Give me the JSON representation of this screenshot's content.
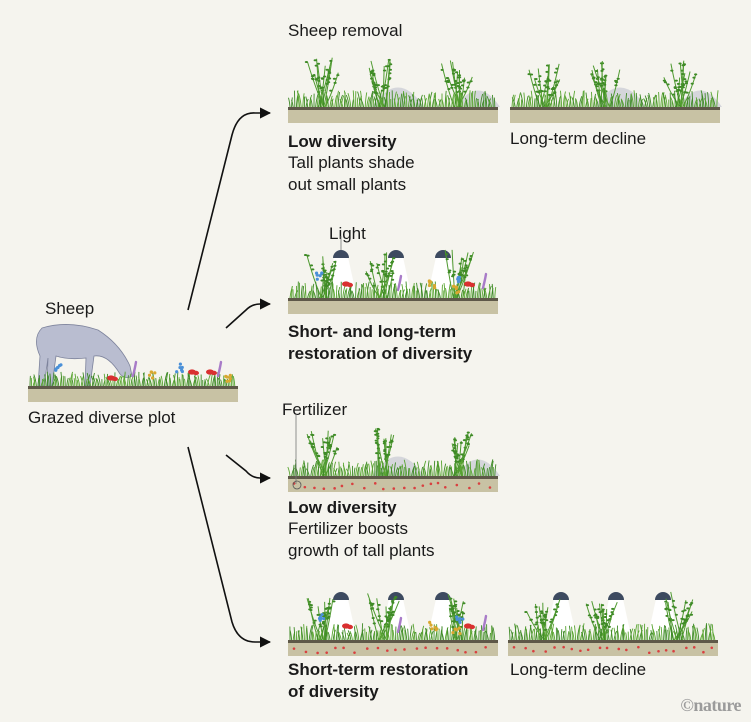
{
  "colors": {
    "background": "#f5f4ee",
    "soil": "#c8c2a4",
    "soil_top": "#5e5848",
    "grass": "#5aa532",
    "grass_dark": "#3e8a26",
    "tall_plant": "#4f9a30",
    "shade": "#d2d3d8",
    "sheep": "#b9bdd0",
    "sheep_outline": "#7d839c",
    "lamp": "#3d4a60",
    "light_beam": "#ffffff",
    "fertilizer": "#d94040",
    "flower_red": "#d93030",
    "flower_blue": "#4a90d8",
    "flower_purple": "#a87bc8",
    "flower_yellow": "#d9a830",
    "arrow": "#111111",
    "credit": "#9b9b9b"
  },
  "start": {
    "sheep_label": "Sheep",
    "plot_label": "Grazed diverse plot"
  },
  "branches": [
    {
      "id": "sheep-removal",
      "header": "Sheep removal",
      "plot_title": "Low diversity",
      "plot_desc": [
        "Tall plants shade",
        "out small plants"
      ],
      "followup_label": "Long-term decline"
    },
    {
      "id": "light",
      "header": "Light",
      "plot_title": [
        "Short- and long-term",
        "restoration of diversity"
      ]
    },
    {
      "id": "fertilizer",
      "header": "Fertilizer",
      "plot_title": "Low diversity",
      "plot_desc": [
        "Fertilizer boosts",
        "growth of tall plants"
      ]
    },
    {
      "id": "fertilizer-light",
      "plot_title": [
        "Short-term restoration",
        "of diversity"
      ],
      "followup_label": "Long-term decline"
    }
  ],
  "credit": "©nature"
}
